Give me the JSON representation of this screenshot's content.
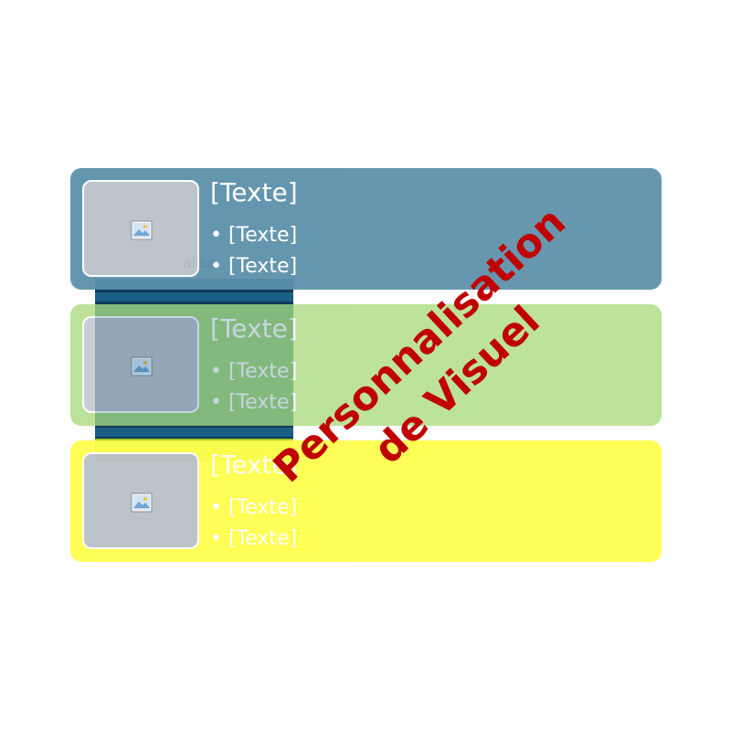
{
  "diagram": {
    "hidden_text": "alise",
    "rows": [
      {
        "title": "[Texte]",
        "bullets": [
          "• [Texte]",
          "• [Texte]"
        ],
        "color": "#5a8fa9"
      },
      {
        "title": "[Texte]",
        "bullets": [
          "• [Texte]",
          "• [Texte]"
        ],
        "color": "#a6d87a"
      },
      {
        "title": "[Texte]",
        "bullets": [
          "• [Texte]",
          "• [Texte]"
        ],
        "color": "#ffff4f"
      }
    ],
    "placeholder_icon": "image-placeholder-icon"
  },
  "watermark": {
    "line1": "Personnalisation",
    "line2": "de Visuel",
    "color": "#c00000"
  }
}
